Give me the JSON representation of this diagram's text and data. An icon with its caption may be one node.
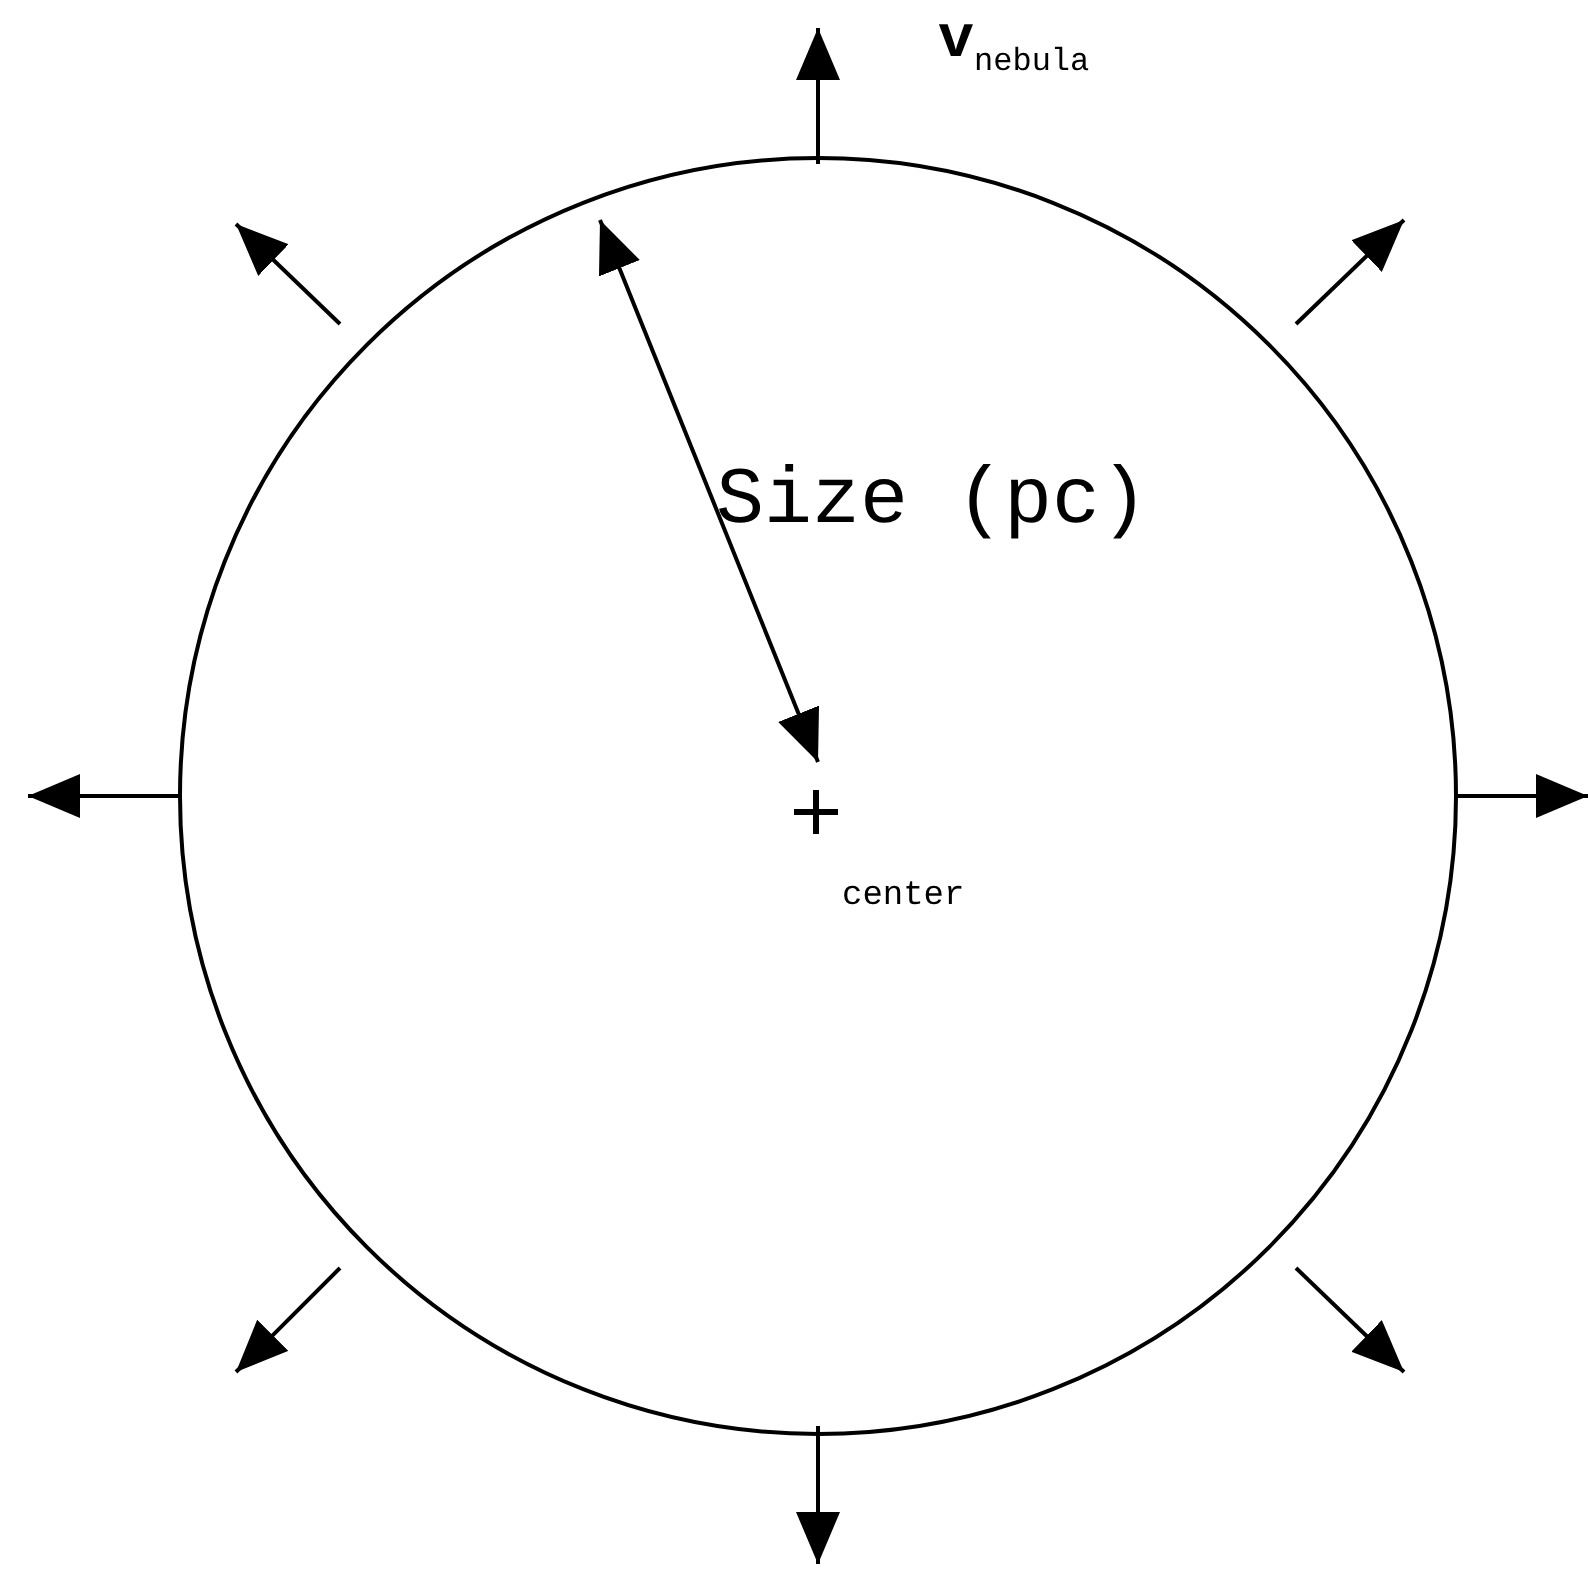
{
  "diagram": {
    "labels": [
      "**v**$_{nebula}$",
      "Size (pc)",
      "center"
    ]
  }
}
